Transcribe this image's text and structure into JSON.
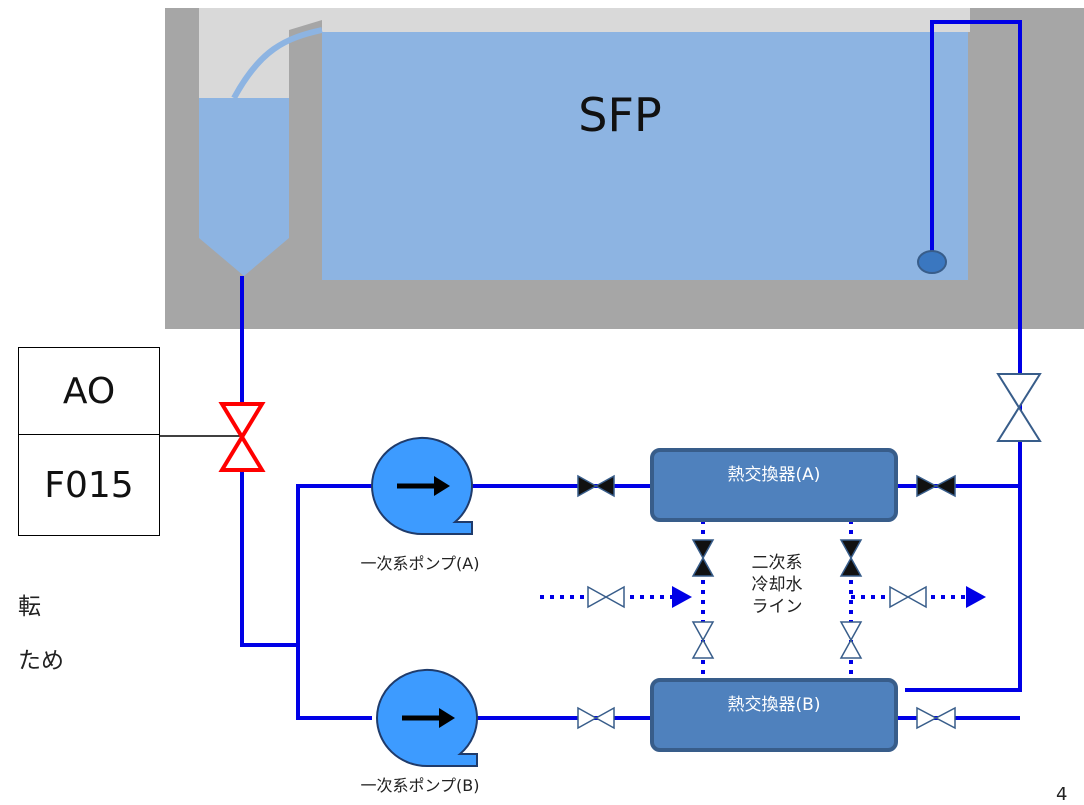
{
  "pool": {
    "title": "SFP"
  },
  "controller": {
    "mode": "AO",
    "tag": "F015"
  },
  "heat_exchangers": [
    {
      "label": "熱交換器(A)"
    },
    {
      "label": "熱交換器(B)"
    }
  ],
  "pumps": [
    {
      "label": "一次系ポンプ(A)"
    },
    {
      "label": "一次系ポンプ(B)"
    }
  ],
  "secondary_line": {
    "line1": "二次系",
    "line2": "冷却水",
    "line3": "ライン"
  },
  "cut_text": [
    "転",
    "ため"
  ],
  "page_number": "4",
  "colors": {
    "pipe": "#0000e6",
    "water": "#8db4e2",
    "concrete": "#a6a6a6",
    "hx_fill": "#4f81bd",
    "hx_stroke": "#385d8a",
    "pump_fill": "#3d9bff",
    "control_valve": "#ff0000"
  }
}
